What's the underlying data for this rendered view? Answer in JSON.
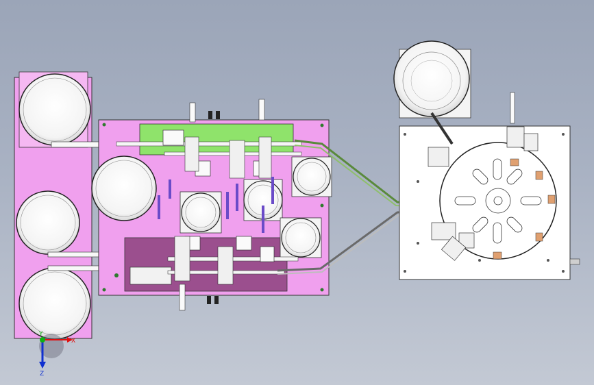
{
  "viewport": {
    "background_top": "#9ba5b8",
    "background_bottom": "#c3c9d4"
  },
  "colors": {
    "frame_magenta": "#f0a0ee",
    "frame_dark_magenta": "#9b4f8e",
    "panel_green": "#8fe36b",
    "plate_white": "#ffffff",
    "outline": "#222222",
    "tube_green": "#5a8a3c",
    "cylinder_purple": "#6a4bc8"
  },
  "triad": {
    "x_label": "X",
    "y_label": "Y",
    "z_label": "Z",
    "x_color": "#e01010",
    "y_color": "#10b010",
    "z_color": "#1030d0"
  }
}
